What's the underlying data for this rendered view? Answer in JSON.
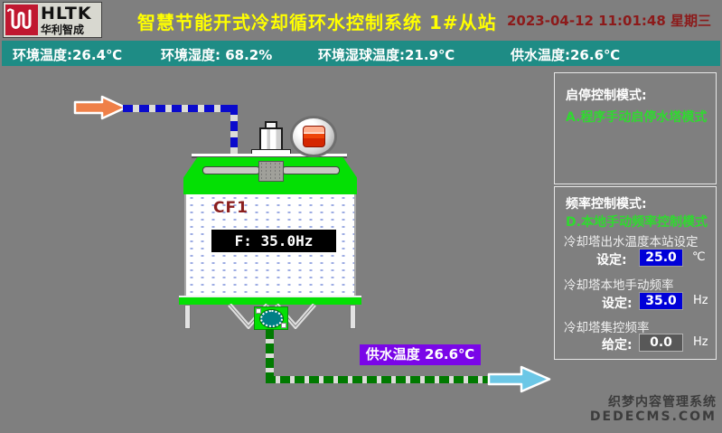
{
  "header": {
    "logo": {
      "abbr": "HLTK",
      "name": "华利智成"
    },
    "title": "智慧节能开式冷却循环水控制系统  1#从站",
    "datetime": "2023-04-12 11:01:48 星期三"
  },
  "env_bar": {
    "items": [
      {
        "text": "环境温度:26.4℃"
      },
      {
        "text": "环境湿度: 68.2%"
      },
      {
        "text": "环境湿球温度:21.9℃"
      },
      {
        "text": "供水温度:26.6℃"
      }
    ]
  },
  "tower": {
    "name": "CF1",
    "frequency_display": "F: 35.0Hz"
  },
  "supply_pipe_label": "供水温度 26.6℃",
  "panels": {
    "start_stop": {
      "title": "启停控制模式:",
      "mode": "A.程序手动启停水塔模式"
    },
    "frequency": {
      "title": "频率控制模式:",
      "mode": "D.本地手动频率控制模式",
      "rows": [
        {
          "label": "冷却塔出水温度本站设定",
          "field": "设定:",
          "value": "25.0",
          "unit": "℃"
        },
        {
          "label": "冷却塔本地手动频率",
          "field": "设定:",
          "value": "35.0",
          "unit": "Hz"
        },
        {
          "label": "冷却塔集控频率",
          "field": "给定:",
          "value": "0.0",
          "unit": "Hz"
        }
      ]
    }
  },
  "watermark": {
    "line1": "织梦内容管理系统",
    "line2": "DEDECMS.COM"
  },
  "colors": {
    "background": "#7f7f7f",
    "env_bar": "#1e8c85",
    "title_yellow": "#ffff00",
    "datetime_red": "#8c1a1a",
    "mode_green": "#30d930",
    "tower_green": "#04e004",
    "input_blue": "#0000d8",
    "supply_label_purple": "#7a06e8",
    "inlet_arrow_orange": "#ef8048",
    "outlet_arrow_cyan": "#6cc7e6"
  }
}
